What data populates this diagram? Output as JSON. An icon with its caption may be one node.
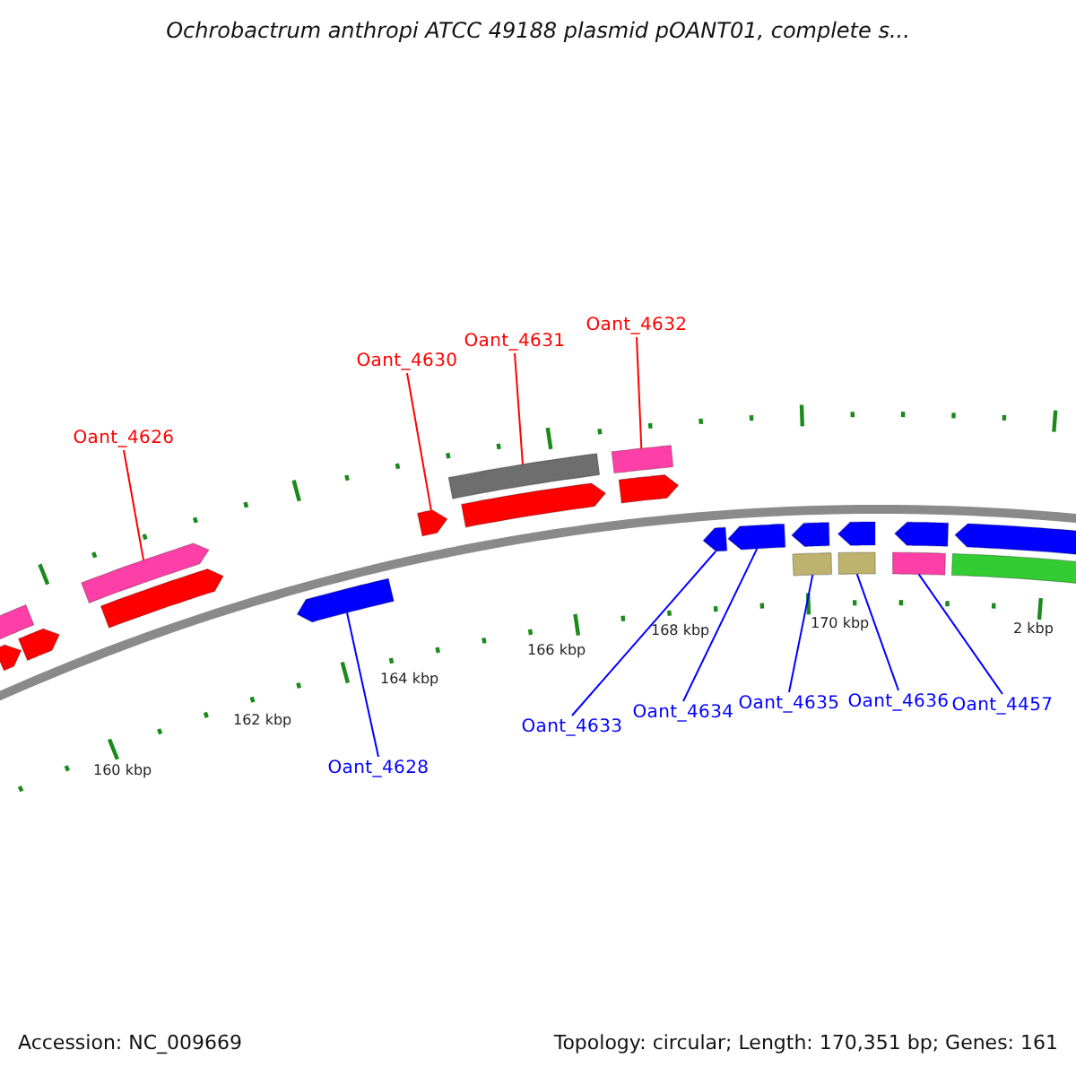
{
  "diagram": {
    "title": "Ochrobactrum anthropi ATCC 49188 plasmid pOANT01, complete s...",
    "nodes": [
      {
        "text": [
          "Oant_4626"
        ]
      },
      {
        "text": [
          "Oant_4630"
        ]
      },
      {
        "text": [
          "Oant_4631"
        ]
      },
      {
        "text": [
          "Oant_4632"
        ]
      },
      {
        "text": [
          "Oant_4628"
        ]
      },
      {
        "text": [
          "Oant_4633"
        ]
      },
      {
        "text": [
          "Oant_4634"
        ]
      },
      {
        "text": [
          "Oant_4635"
        ]
      },
      {
        "text": [
          "Oant_4636"
        ]
      },
      {
        "text": [
          "Oant_4457"
        ]
      },
      {
        "text": [],
        "shape": "bar"
      },
      {
        "text": [],
        "shape": "bar"
      },
      {
        "text": [],
        "shape": "bar"
      },
      {
        "text": [],
        "shape": "bar"
      },
      {
        "text": [],
        "shape": "bar"
      },
      {
        "text": [],
        "shape": "bar"
      },
      {
        "text": [],
        "shape": "bar"
      },
      {
        "text": [],
        "shape": "bar"
      },
      {
        "text": [],
        "shape": "bar"
      },
      {
        "text": [],
        "shape": "bar"
      },
      {
        "text": [],
        "shape": "bar"
      },
      {
        "text": [],
        "shape": "bar"
      },
      {
        "text": [],
        "shape": "bar"
      },
      {
        "text": [],
        "shape": "bar"
      },
      {
        "text": [],
        "shape": "bar"
      },
      {
        "text": [],
        "shape": "bar"
      },
      {
        "text": [],
        "shape": "bar"
      },
      {
        "text": [],
        "shape": "bar"
      },
      {
        "text": [],
        "shape": "bar"
      },
      {
        "text": [],
        "shape": "bar"
      },
      {
        "text": [],
        "shape": "bar"
      }
    ],
    "edges": [
      {
        "from": 0,
        "to": 13,
        "arrow": "none",
        "color": "#ff0000"
      },
      {
        "from": 1,
        "to": 16,
        "arrow": "none",
        "color": "#ff0000"
      },
      {
        "from": 2,
        "to": 17,
        "arrow": "none",
        "color": "#ff0000"
      },
      {
        "from": 3,
        "to": 19,
        "arrow": "none",
        "color": "#ff0000"
      },
      {
        "from": 4,
        "to": 15,
        "arrow": "none"
      },
      {
        "from": 5,
        "to": 21,
        "arrow": "none"
      },
      {
        "from": 6,
        "to": 22,
        "arrow": "none"
      },
      {
        "from": 7,
        "to": 24,
        "arrow": "none"
      },
      {
        "from": 8,
        "to": 26,
        "arrow": "none"
      },
      {
        "from": 9,
        "to": 28,
        "arrow": "none"
      }
    ],
    "labels": [
      "160 kbp",
      "162 kbp",
      "164 kbp",
      "166 kbp",
      "168 kbp",
      "170 kbp",
      "2 kbp",
      "Accession: NC_009669",
      "Topology: circular; Length: 170,351 bp; Genes: 161"
    ]
  }
}
